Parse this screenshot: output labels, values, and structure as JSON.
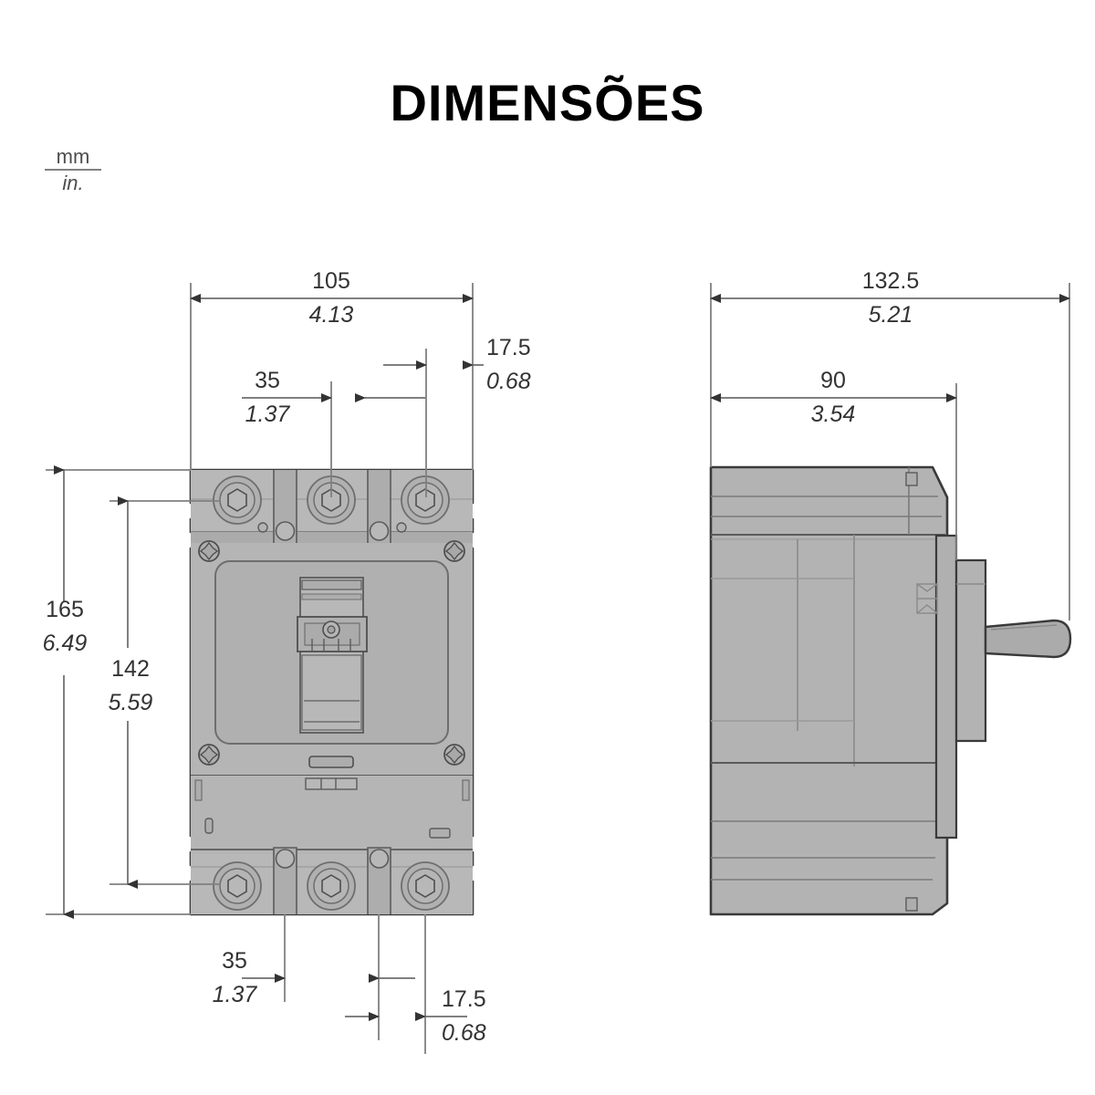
{
  "page": {
    "title": "DIMENSÕES",
    "background_color": "#ffffff"
  },
  "unit_legend": {
    "name": "unit-legend",
    "numerator": "mm",
    "denominator": "in."
  },
  "colors": {
    "line": "#3a3a3a",
    "dim_line": "#808080",
    "body_fill": "#b3b3b3",
    "body_fill_light": "#bdbdbd",
    "body_fill_dark": "#a6a6a6",
    "text": "#333333",
    "title": "#000000"
  },
  "views": {
    "front": {
      "name": "front-view",
      "label": "front-elevation-circuit-breaker",
      "terminals_top": 3,
      "terminals_bottom": 3,
      "corner_screws": 4
    },
    "side": {
      "name": "side-view",
      "label": "side-elevation-circuit-breaker",
      "handle": "operating-handle"
    }
  },
  "dimensions": {
    "front_top_overall": {
      "mm": "105",
      "in": "4.13"
    },
    "front_top_pole_pitch": {
      "mm": "35",
      "in": "1.37"
    },
    "front_top_edge_offset": {
      "mm": "17.5",
      "in": "0.68"
    },
    "front_left_overall": {
      "mm": "165",
      "in": "6.49"
    },
    "front_left_inner": {
      "mm": "142",
      "in": "5.59"
    },
    "front_bottom_pole_pitch": {
      "mm": "35",
      "in": "1.37"
    },
    "front_bottom_edge_offset": {
      "mm": "17.5",
      "in": "0.68"
    },
    "side_overall_depth": {
      "mm": "132.5",
      "in": "5.21"
    },
    "side_body_depth": {
      "mm": "90",
      "in": "3.54"
    }
  }
}
